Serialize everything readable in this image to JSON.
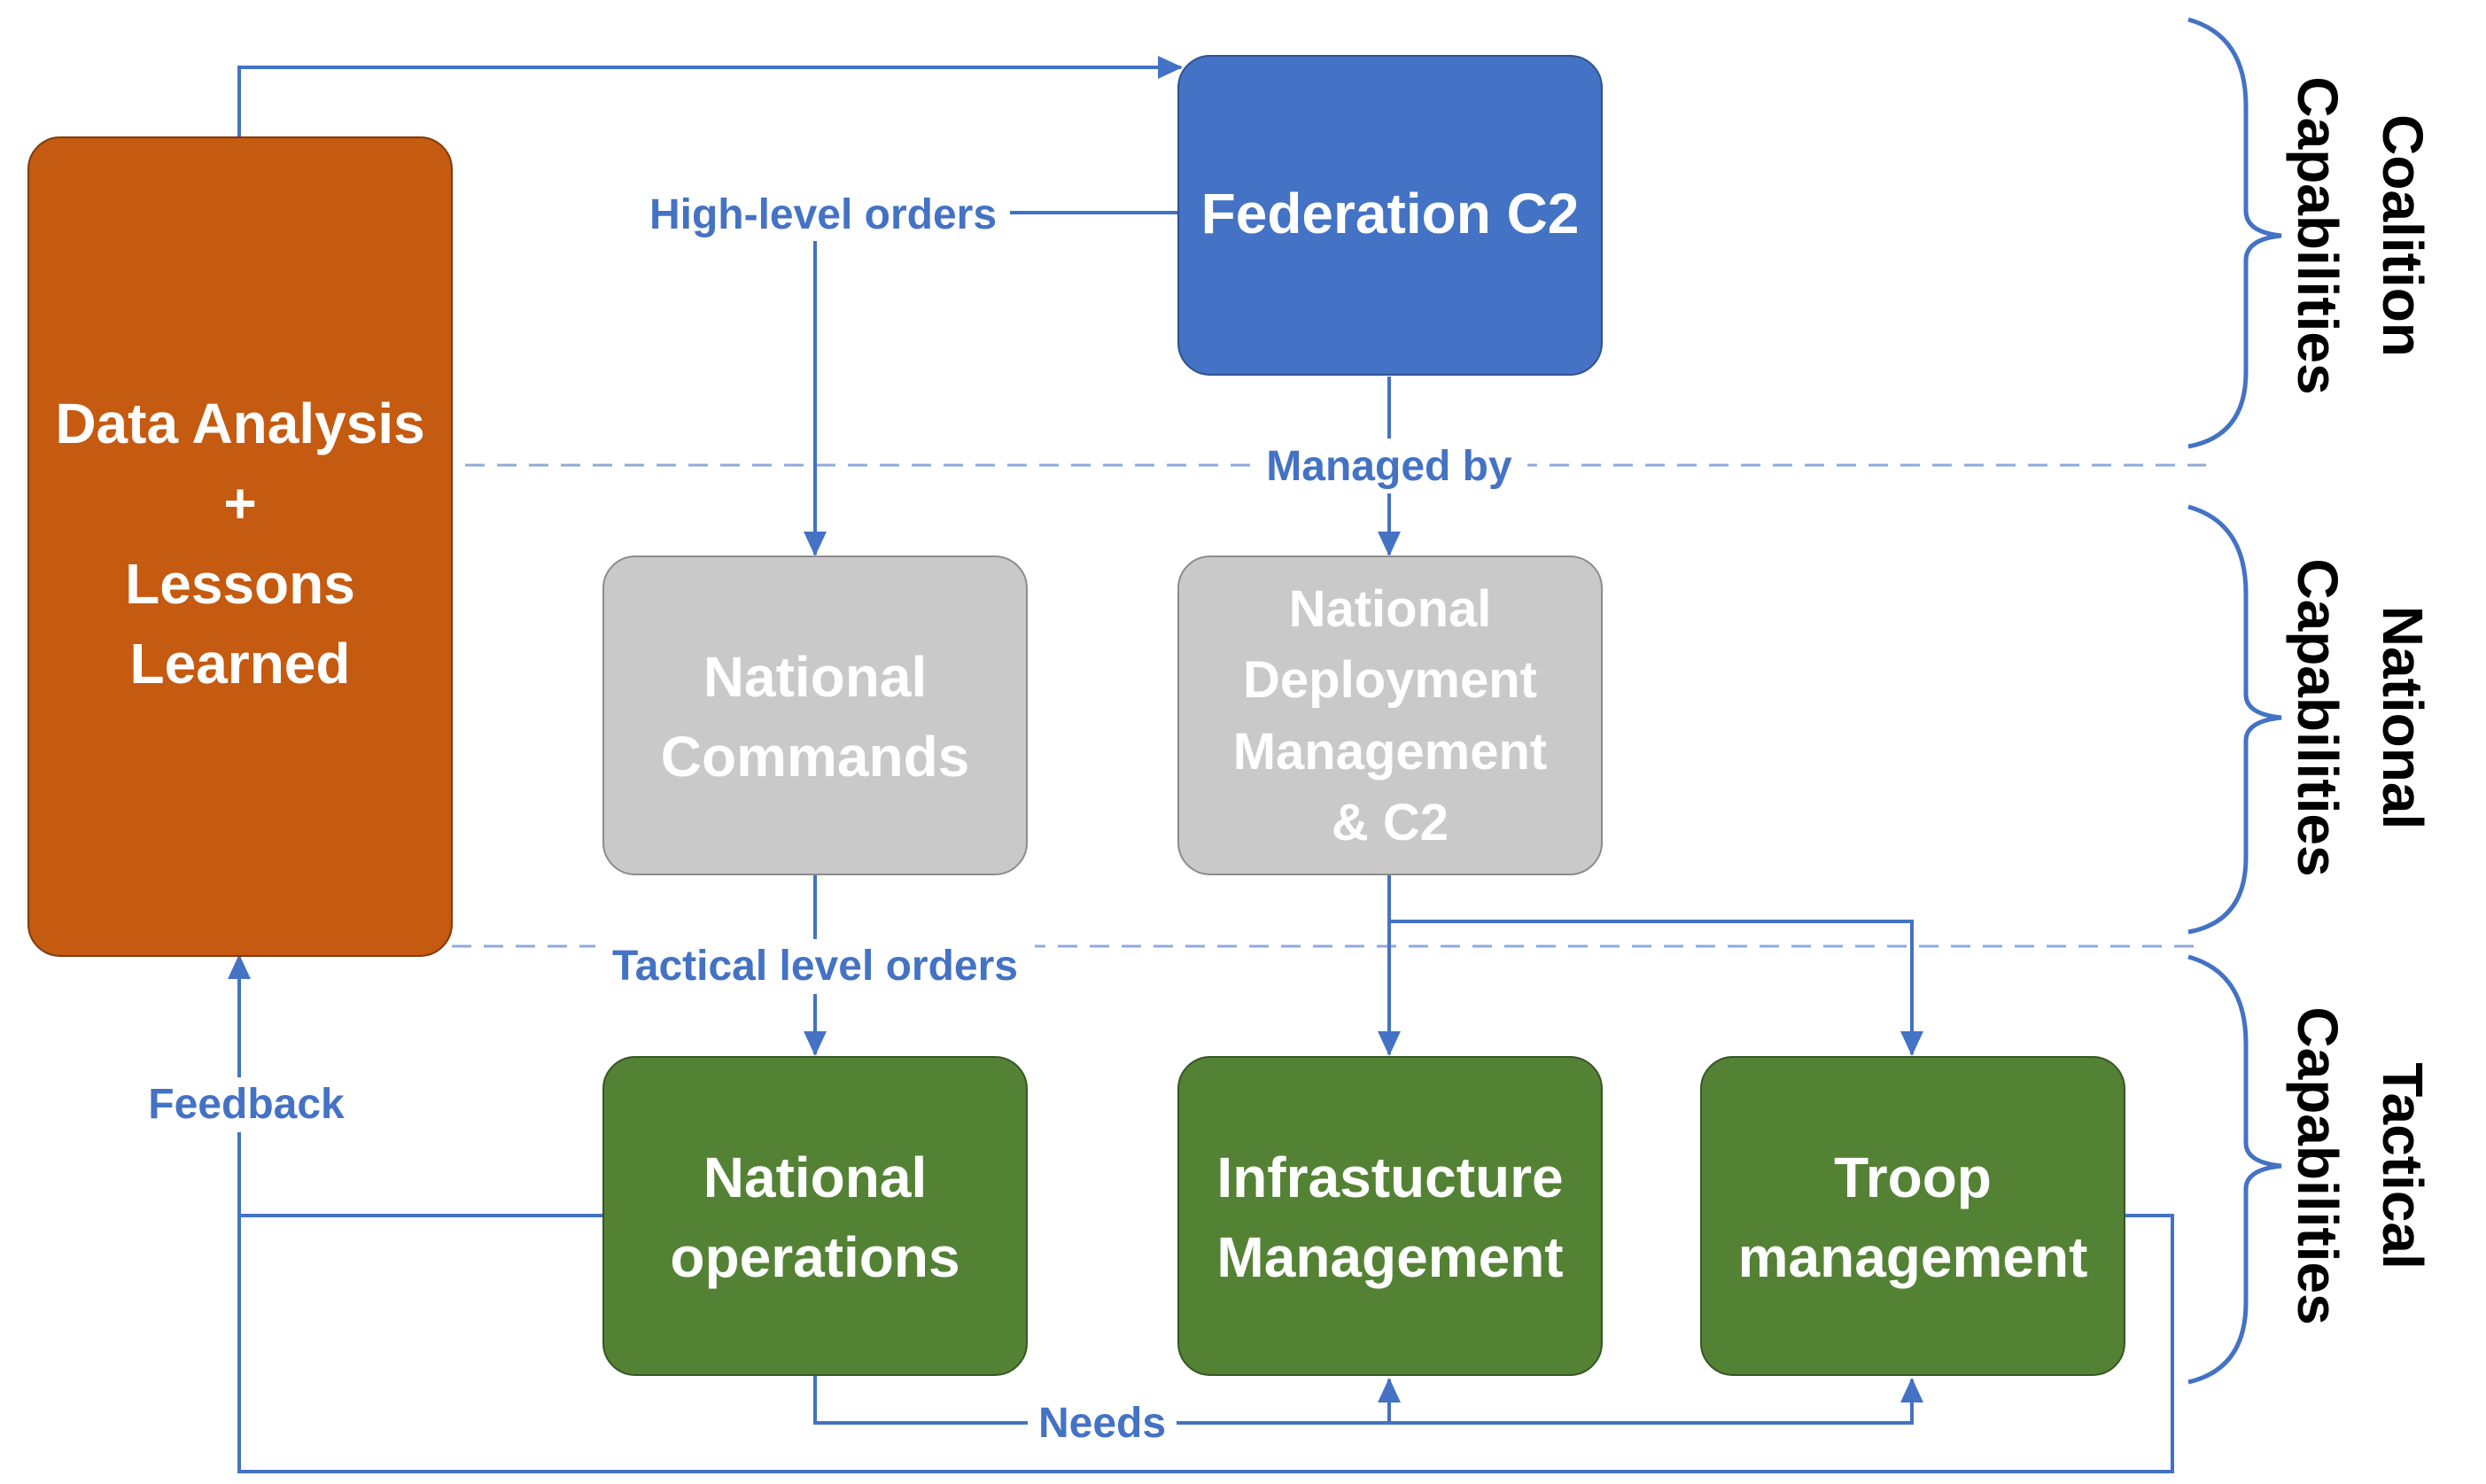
{
  "colors": {
    "orange": "#c55a11",
    "blue": "#4472c4",
    "gray": "#c9c9c9",
    "green": "#548235",
    "line": "#4472c4",
    "dash": "#8faadc"
  },
  "nodes": {
    "data_analysis": [
      "Data Analysis",
      "+",
      "Lessons",
      "Learned"
    ],
    "federation_c2": [
      "Federation C2"
    ],
    "national_commands": [
      "National",
      "Commands"
    ],
    "national_deployment": [
      "National",
      "Deployment",
      "Management",
      "& C2"
    ],
    "national_operations": [
      "National",
      "operations"
    ],
    "infrastructure": [
      "Infrastucture",
      "Management"
    ],
    "troop": [
      "Troop",
      "management"
    ]
  },
  "edge_labels": {
    "high_level_orders": "High-level orders",
    "managed_by": "Managed by",
    "tactical_level_orders": "Tactical level orders",
    "feedback": "Feedback",
    "needs": "Needs"
  },
  "layers": {
    "coalition": [
      "Coalition",
      "Capabilities"
    ],
    "national": [
      "National",
      "Capabilities"
    ],
    "tactical": [
      "Tactical",
      "Capabilities"
    ]
  }
}
